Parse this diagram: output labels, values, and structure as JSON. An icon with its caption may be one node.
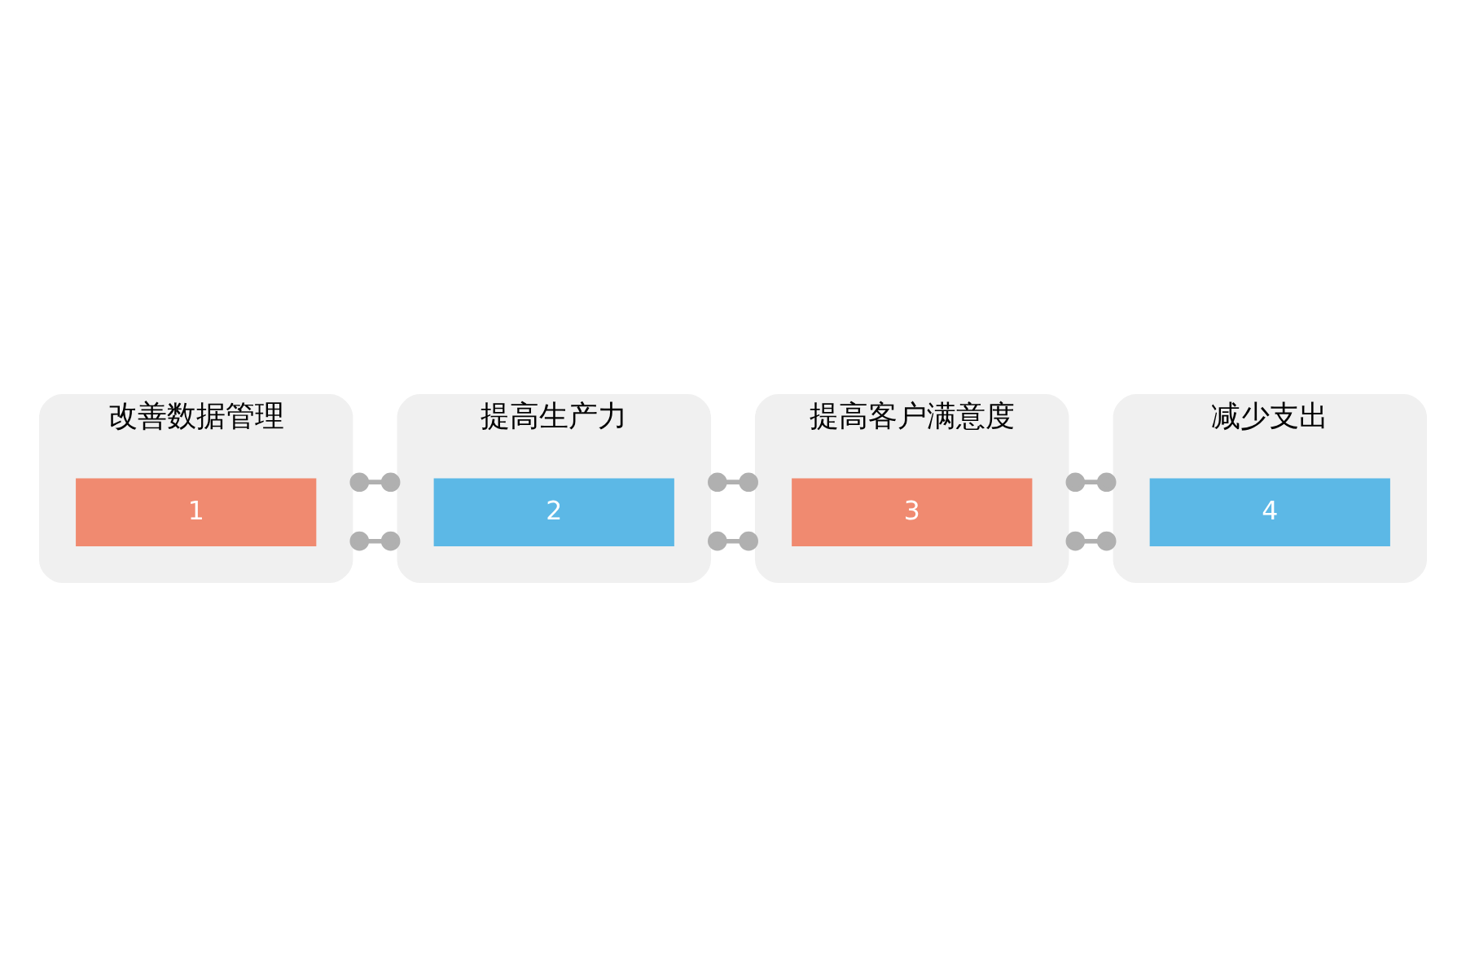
{
  "diagram": {
    "nodes": [
      {
        "text": [
          "改善数据管理"
        ]
      },
      {
        "text": [
          "1"
        ],
        "in": 0
      },
      {
        "text": [
          "提高生产力"
        ]
      },
      {
        "text": [
          "2"
        ],
        "in": 2
      },
      {
        "text": [
          "提高客户满意度"
        ]
      },
      {
        "text": [
          "3"
        ],
        "in": 4
      },
      {
        "text": [
          "减少支出"
        ]
      },
      {
        "text": [
          "4"
        ],
        "in": 6
      }
    ],
    "edges": [
      {
        "from": 0,
        "to": 2,
        "arrow": "other"
      },
      {
        "from": 0,
        "to": 2,
        "arrow": "other"
      },
      {
        "from": 2,
        "to": 4,
        "arrow": "other"
      },
      {
        "from": 2,
        "to": 4,
        "arrow": "other"
      },
      {
        "from": 4,
        "to": 6,
        "arrow": "other"
      },
      {
        "from": 4,
        "to": 6,
        "arrow": "other"
      }
    ]
  }
}
